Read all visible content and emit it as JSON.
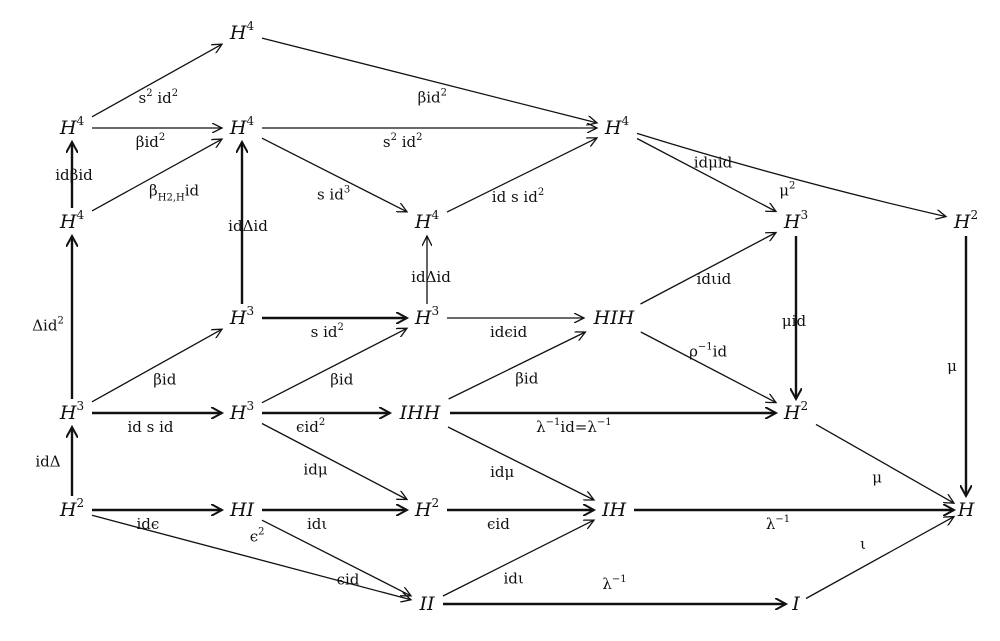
{
  "nodes": [
    {
      "id": "H4_top",
      "base": "H",
      "sup": "4"
    },
    {
      "id": "H4_left",
      "base": "H",
      "sup": "4"
    },
    {
      "id": "H4_mid",
      "base": "H",
      "sup": "4"
    },
    {
      "id": "H4_right",
      "base": "H",
      "sup": "4"
    },
    {
      "id": "H4_low_left",
      "base": "H",
      "sup": "4"
    },
    {
      "id": "H4_center",
      "base": "H",
      "sup": "4"
    },
    {
      "id": "H3_r1",
      "base": "H",
      "sup": "3"
    },
    {
      "id": "H2_far",
      "base": "H",
      "sup": "2"
    },
    {
      "id": "H3_mid1",
      "base": "H",
      "sup": "3"
    },
    {
      "id": "H3_center",
      "base": "H",
      "sup": "3"
    },
    {
      "id": "HIH",
      "base": "HIH",
      "sup": ""
    },
    {
      "id": "H3_left",
      "base": "H",
      "sup": "3"
    },
    {
      "id": "H3_mid2",
      "base": "H",
      "sup": "3"
    },
    {
      "id": "IHH",
      "base": "IHH",
      "sup": ""
    },
    {
      "id": "H2_r2",
      "base": "H",
      "sup": "2"
    },
    {
      "id": "H2_bl",
      "base": "H",
      "sup": "2"
    },
    {
      "id": "HI",
      "base": "HI",
      "sup": ""
    },
    {
      "id": "H2_b",
      "base": "H",
      "sup": "2"
    },
    {
      "id": "IH",
      "base": "IH",
      "sup": ""
    },
    {
      "id": "H",
      "base": "H",
      "sup": ""
    },
    {
      "id": "II",
      "base": "II",
      "sup": ""
    },
    {
      "id": "I",
      "base": "I",
      "sup": ""
    }
  ],
  "edges": [
    {
      "from": "H4_left",
      "to": "H4_top",
      "label": [
        [
          "s"
        ],
        [
          "2",
          "sup"
        ],
        [
          " id"
        ],
        [
          "2",
          "sup"
        ]
      ]
    },
    {
      "from": "H4_top",
      "to": "H4_right",
      "label": [
        [
          "β"
        ],
        [
          "id"
        ],
        [
          "2",
          "sup"
        ]
      ]
    },
    {
      "from": "H4_left",
      "to": "H4_mid",
      "label": [
        [
          "β"
        ],
        [
          "id"
        ],
        [
          "2",
          "sup"
        ]
      ]
    },
    {
      "from": "H4_mid",
      "to": "H4_right",
      "label": [
        [
          "s"
        ],
        [
          "2",
          "sup"
        ],
        [
          " id"
        ],
        [
          "2",
          "sup"
        ]
      ]
    },
    {
      "from": "H4_low_left",
      "to": "H4_left",
      "label": [
        [
          "id"
        ],
        [
          "β"
        ],
        [
          "id"
        ]
      ]
    },
    {
      "from": "H4_low_left",
      "to": "H4_mid",
      "label": [
        [
          "β"
        ],
        [
          "H",
          "sub"
        ],
        [
          "2",
          "sub"
        ],
        [
          ",H",
          "sub"
        ],
        [
          "id"
        ]
      ]
    },
    {
      "from": "H4_mid",
      "to": "H4_center",
      "label": [
        [
          "s id"
        ],
        [
          "3",
          "sup"
        ]
      ]
    },
    {
      "from": "H4_center",
      "to": "H4_right",
      "label": [
        [
          "id s id"
        ],
        [
          "2",
          "sup"
        ]
      ]
    },
    {
      "from": "H4_right",
      "to": "H3_r1",
      "label": [
        [
          "id"
        ],
        [
          "μ"
        ],
        [
          "id"
        ]
      ]
    },
    {
      "from": "H4_right",
      "to": "H2_far",
      "label": [
        [
          "μ"
        ],
        [
          "2",
          "sup"
        ]
      ]
    },
    {
      "from": "H3_mid1",
      "to": "H4_mid",
      "label": [
        [
          "id"
        ],
        [
          "Δ"
        ],
        [
          "id"
        ]
      ]
    },
    {
      "from": "H3_center",
      "to": "H4_center",
      "label": [
        [
          "id"
        ],
        [
          "Δ"
        ],
        [
          "id"
        ]
      ]
    },
    {
      "from": "H3_left",
      "to": "H4_low_left",
      "label": [
        [
          "Δ"
        ],
        [
          "id"
        ],
        [
          "2",
          "sup"
        ]
      ]
    },
    {
      "from": "H3_mid1",
      "to": "H3_center",
      "label": [
        [
          "s id"
        ],
        [
          "2",
          "sup"
        ]
      ]
    },
    {
      "from": "H3_center",
      "to": "HIH",
      "label": [
        [
          "id"
        ],
        [
          "ϵ"
        ],
        [
          "id"
        ]
      ]
    },
    {
      "from": "HIH",
      "to": "H3_r1",
      "label": [
        [
          "id"
        ],
        [
          "ι"
        ],
        [
          "id"
        ]
      ]
    },
    {
      "from": "H3_r1",
      "to": "H2_r2",
      "label": [
        [
          "μ"
        ],
        [
          "id"
        ]
      ]
    },
    {
      "from": "H2_far",
      "to": "H",
      "label": [
        [
          "μ"
        ]
      ]
    },
    {
      "from": "H3_left",
      "to": "H3_mid1",
      "label": [
        [
          "β"
        ],
        [
          "id"
        ]
      ]
    },
    {
      "from": "H3_mid2",
      "to": "H3_center",
      "label": [
        [
          "β"
        ],
        [
          "id"
        ]
      ]
    },
    {
      "from": "IHH",
      "to": "HIH",
      "label": [
        [
          "β"
        ],
        [
          "id"
        ]
      ]
    },
    {
      "from": "HIH",
      "to": "H2_r2",
      "label": [
        [
          "ρ"
        ],
        [
          "−1",
          "sup"
        ],
        [
          "id"
        ]
      ]
    },
    {
      "from": "H3_left",
      "to": "H3_mid2",
      "label": [
        [
          "id s id"
        ]
      ]
    },
    {
      "from": "H3_mid2",
      "to": "IHH",
      "label": [
        [
          "ϵ"
        ],
        [
          "id"
        ],
        [
          "2",
          "sup"
        ]
      ]
    },
    {
      "from": "IHH",
      "to": "H2_r2",
      "label": [
        [
          "λ"
        ],
        [
          "−1",
          "sup"
        ],
        [
          "id="
        ],
        [
          "λ"
        ],
        [
          "−1",
          "sup"
        ]
      ]
    },
    {
      "from": "H2_bl",
      "to": "H3_left",
      "label": [
        [
          "id"
        ],
        [
          "Δ"
        ]
      ]
    },
    {
      "from": "H3_mid2",
      "to": "H2_b",
      "label": [
        [
          "id"
        ],
        [
          "μ"
        ]
      ]
    },
    {
      "from": "IHH",
      "to": "IH",
      "label": [
        [
          "id"
        ],
        [
          "μ"
        ]
      ]
    },
    {
      "from": "H2_r2",
      "to": "H",
      "label": [
        [
          "μ"
        ]
      ]
    },
    {
      "from": "H2_bl",
      "to": "HI",
      "label": [
        [
          "id"
        ],
        [
          "ϵ"
        ]
      ]
    },
    {
      "from": "HI",
      "to": "H2_b",
      "label": [
        [
          "id"
        ],
        [
          "ι"
        ]
      ]
    },
    {
      "from": "H2_b",
      "to": "IH",
      "label": [
        [
          "ϵ"
        ],
        [
          "id"
        ]
      ]
    },
    {
      "from": "IH",
      "to": "H",
      "label": [
        [
          "λ"
        ],
        [
          "−1",
          "sup"
        ]
      ]
    },
    {
      "from": "H2_bl",
      "to": "II",
      "label": [
        [
          "ϵ"
        ],
        [
          "2",
          "sup"
        ]
      ]
    },
    {
      "from": "HI",
      "to": "II",
      "label": [
        [
          "ϵ"
        ],
        [
          "id"
        ]
      ]
    },
    {
      "from": "II",
      "to": "IH",
      "label": [
        [
          "id"
        ],
        [
          "ι"
        ]
      ]
    },
    {
      "from": "II",
      "to": "I",
      "label": [
        [
          "λ"
        ],
        [
          "−1",
          "sup"
        ]
      ]
    },
    {
      "from": "I",
      "to": "H",
      "label": [
        [
          "ι"
        ]
      ]
    }
  ]
}
